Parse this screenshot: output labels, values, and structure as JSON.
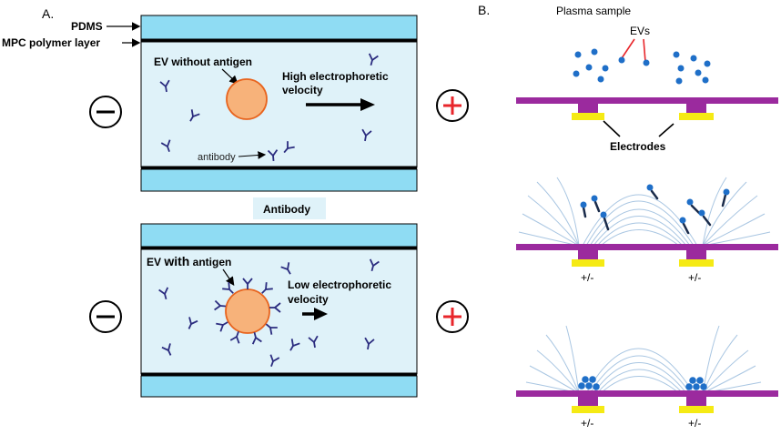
{
  "panel_a": {
    "letter": "A.",
    "layer_pdms": "PDMS",
    "layer_mpc": "MPC polymer layer",
    "top_channel": {
      "ev_label": "EV without antigen",
      "velocity_line1": "High electrophoretic",
      "velocity_line2": "velocity",
      "antibody_label": "antibody"
    },
    "middle_label": "Antibody",
    "bottom_channel": {
      "ev_prefix": "EV ",
      "ev_with": "with",
      "ev_suffix": " antigen",
      "velocity_line1": "Low electrophoretic",
      "velocity_line2": "velocity"
    },
    "colors": {
      "pdms": "#8fdcf3",
      "channel": "#dff2f9",
      "ev_fill": "#f7b27a",
      "ev_stroke": "#e8641e",
      "antibody": "#2b2c7f",
      "plus": "#e8262b"
    }
  },
  "panel_b": {
    "letter": "B.",
    "sample_label": "Plasma sample",
    "evs_label": "EVs",
    "electrodes_label": "Electrodes",
    "polarity_label": "+/-",
    "colors": {
      "substrate": "#9b2a9e",
      "electrode": "#f5ea14",
      "particle": "#1f6fc8",
      "field_line": "#a9c6e2"
    }
  }
}
